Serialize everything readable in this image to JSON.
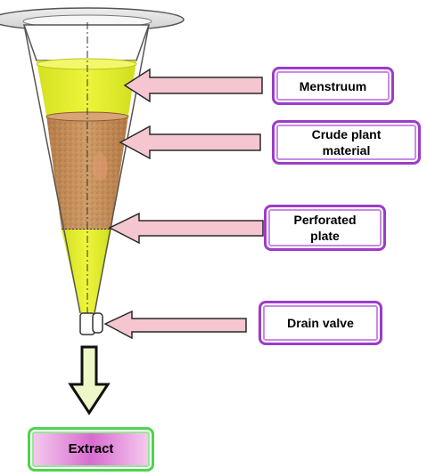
{
  "labels": {
    "menstruum": "Menstruum",
    "crude": "Crude plant\nmaterial",
    "perforated": "Perforated\nplate",
    "drain": "Drain valve",
    "extract": "Extract"
  },
  "colors": {
    "liquid": "#e2ed2e",
    "plant_material": "#c28a55",
    "callout_arrow_fill": "#f5c6cf",
    "label_border": "#9b3dc9",
    "extract_border": "#4fd34f",
    "down_arrow_fill": "#eef7c8"
  }
}
